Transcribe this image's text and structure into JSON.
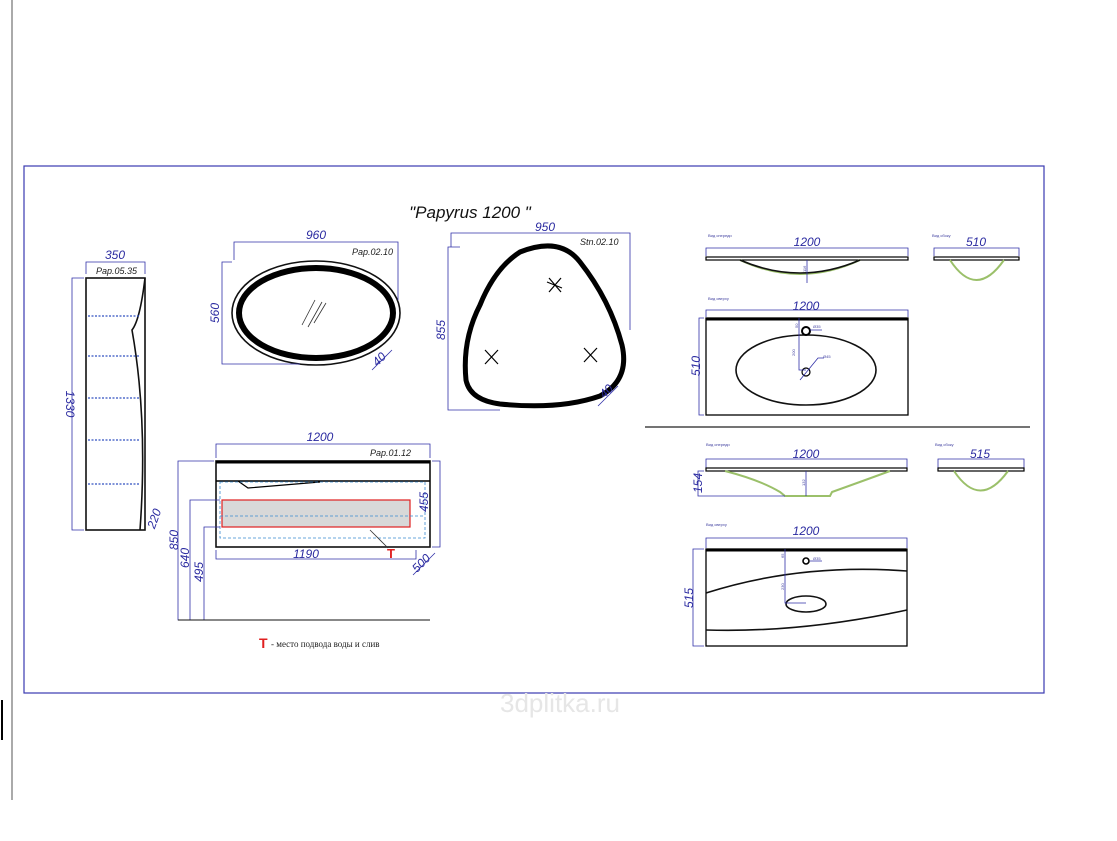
{
  "title": "\"Papyrus 1200 \"",
  "watermark": "3dplitka.ru",
  "colors": {
    "frame": "#3a3ab0",
    "dimension": "#2a2aa0",
    "water_marker": "#e02020",
    "basin_fill": "#9bc06a"
  },
  "cabinet_tall": {
    "code": "Pap.05.35",
    "width": "350",
    "height": "1330",
    "depth": "220"
  },
  "mirror_oval": {
    "code": "Pap.02.10",
    "width": "960",
    "height": "560",
    "depth": "40"
  },
  "mirror_stone": {
    "code": "Stn.02.10",
    "width": "950",
    "height": "855",
    "depth": "40"
  },
  "vanity": {
    "code": "Pap.01.12",
    "width": "1200",
    "inner_width": "1190",
    "height": "455",
    "depth": "500",
    "h_total": "850",
    "h_mid": "640",
    "h_low": "495"
  },
  "legend": {
    "marker": "T",
    "text": "- место подвода воды и слив"
  },
  "basin_a": {
    "front_label": "Вид спереди",
    "side_label": "Вид сбоку",
    "top_label": "Вид сверху",
    "front_width": "1200",
    "front_depth": "116",
    "side_width": "510",
    "top_width": "1200",
    "top_depth": "510",
    "tap_offset": "50",
    "tap_diam": "Ø35",
    "drain_offset": "200",
    "drain_diam": "Ø45"
  },
  "basin_b": {
    "front_label": "Вид спереди",
    "side_label": "Вид сбоку",
    "top_label": "Вид сверху",
    "front_width": "1200",
    "front_height": "154",
    "front_depth": "132",
    "side_width": "515",
    "top_width": "1200",
    "top_depth": "515",
    "tap_offset": "65",
    "tap_diam": "Ø35",
    "drain_offset": "230"
  }
}
